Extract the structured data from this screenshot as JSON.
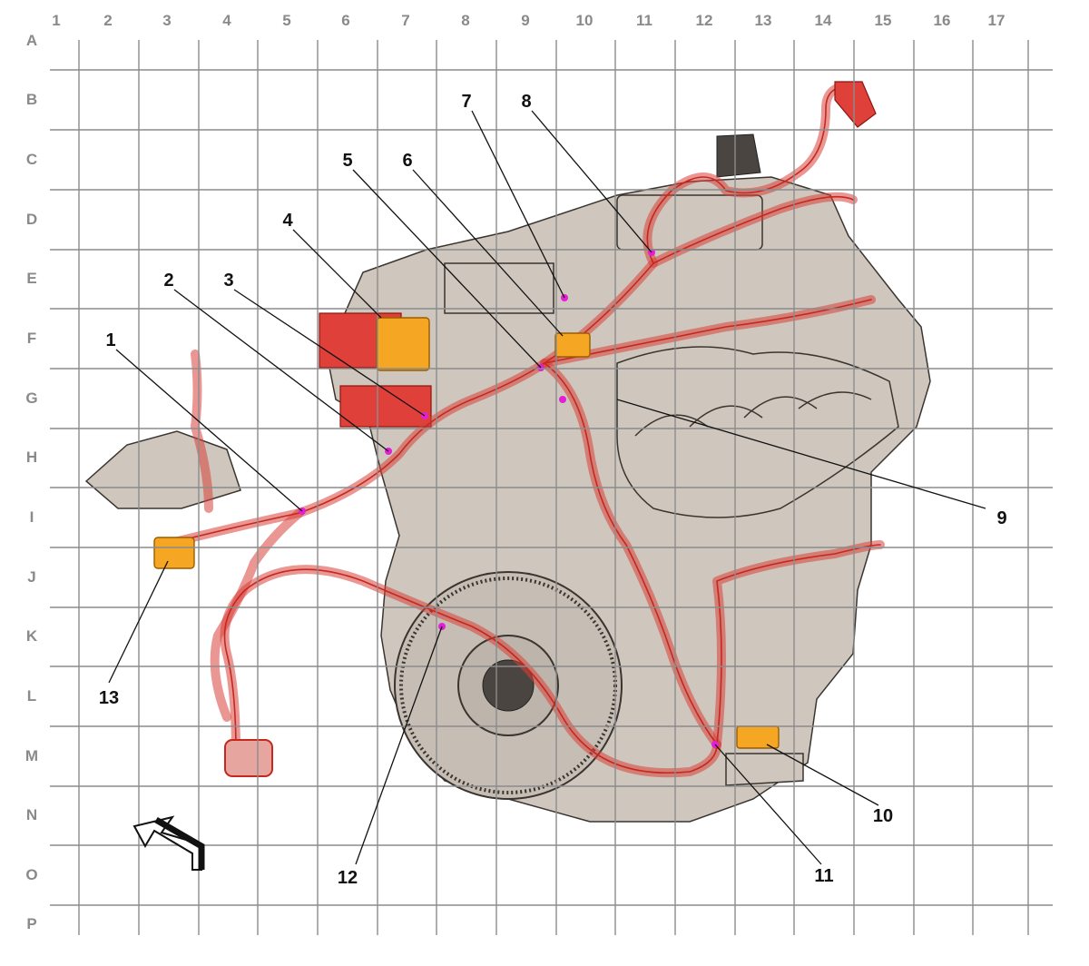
{
  "grid": {
    "columns": [
      "1",
      "2",
      "3",
      "4",
      "5",
      "6",
      "7",
      "8",
      "9",
      "10",
      "11",
      "12",
      "13",
      "14",
      "15",
      "16",
      "17"
    ],
    "rows": [
      "A",
      "B",
      "C",
      "D",
      "E",
      "F",
      "G",
      "H",
      "I",
      "J",
      "K",
      "L",
      "M",
      "N",
      "O",
      "P"
    ]
  },
  "callouts": [
    "1",
    "2",
    "3",
    "4",
    "5",
    "6",
    "7",
    "8",
    "9",
    "10",
    "11",
    "12",
    "13"
  ],
  "colors": {
    "grid": "#8c8c8c",
    "harness": "#d8403a",
    "connector_red": "#e0403a",
    "connector_orange": "#f5a623",
    "splice": "#e21fd6",
    "engine_body": "#cfc7bd"
  },
  "icons": {
    "orientation": "front-arrow-icon"
  }
}
